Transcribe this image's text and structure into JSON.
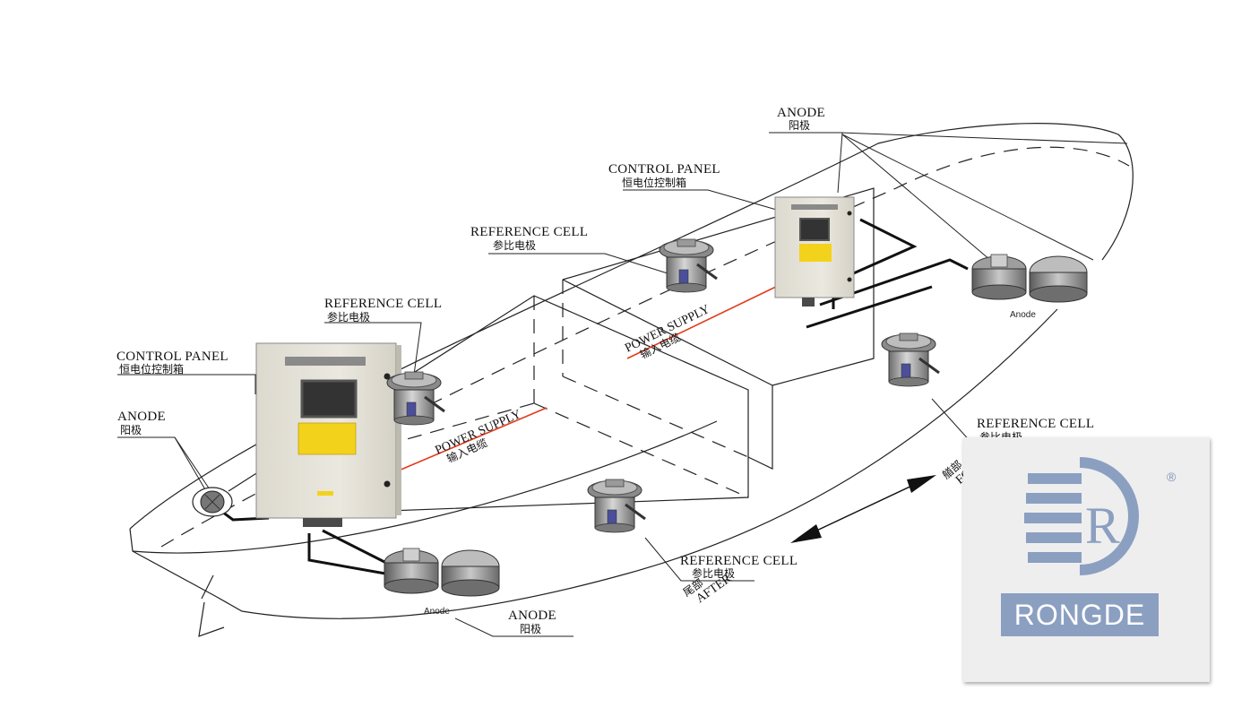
{
  "labels": {
    "anode_top": {
      "en": "ANODE",
      "zh": "阳极"
    },
    "control_panel_top": {
      "en": "CONTROL PANEL",
      "zh": "恒电位控制箱"
    },
    "reference_cell_top": {
      "en": "REFERENCE CELL",
      "zh": "参比电极"
    },
    "reference_cell_mid": {
      "en": "REFERENCE CELL",
      "zh": "参比电极"
    },
    "control_panel_left": {
      "en": "CONTROL PANEL",
      "zh": "恒电位控制箱"
    },
    "anode_left": {
      "en": "ANODE",
      "zh": "阳极"
    },
    "reference_cell_right": {
      "en": "REFERENCE CELL",
      "zh": "参比电极"
    },
    "reference_cell_bottom": {
      "en": "REFERENCE CELL",
      "zh": "参比电极"
    },
    "anode_bottom": {
      "en": "ANODE",
      "zh": "阳极"
    }
  },
  "power_supply": [
    {
      "en": "POWER SUPPLY",
      "zh": "输入电缆"
    },
    {
      "en": "POWER SUPPLY",
      "zh": "输入电缆"
    }
  ],
  "anode_captions": [
    "Anode",
    "Anode"
  ],
  "directions": {
    "fore": {
      "zh": "艏部",
      "en": "FORE"
    },
    "after": {
      "zh": "尾部",
      "en": "AFTER"
    }
  },
  "logo": {
    "brand": "RONGDE",
    "letter": "R",
    "registered": "®"
  },
  "colors": {
    "power_line": "#e23b1b",
    "logo_blue": "#8b9fc1",
    "panel_body": "#e6e3d8"
  },
  "icons": [
    "ship-hull-outline",
    "control-panel-cabinet",
    "reference-cell-electrode",
    "anode-disc",
    "direction-arrow",
    "rongde-logo"
  ]
}
